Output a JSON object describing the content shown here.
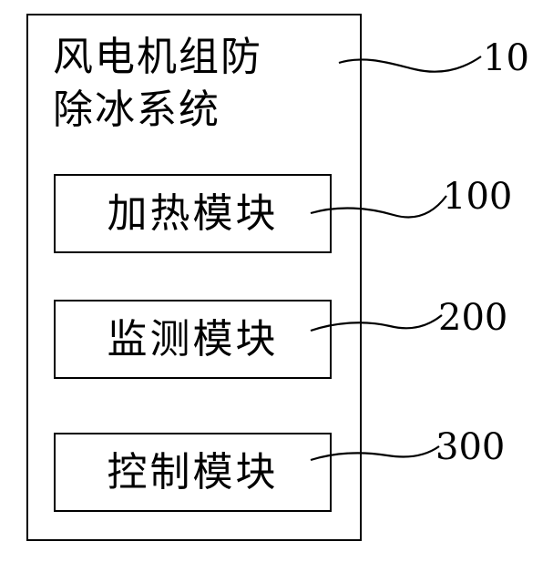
{
  "system": {
    "title_line1": "风电机组防",
    "title_line2": "除冰系统",
    "ref": "10"
  },
  "modules": [
    {
      "label": "加热模块",
      "ref": "100"
    },
    {
      "label": "监测模块",
      "ref": "200"
    },
    {
      "label": "控制模块",
      "ref": "300"
    }
  ]
}
